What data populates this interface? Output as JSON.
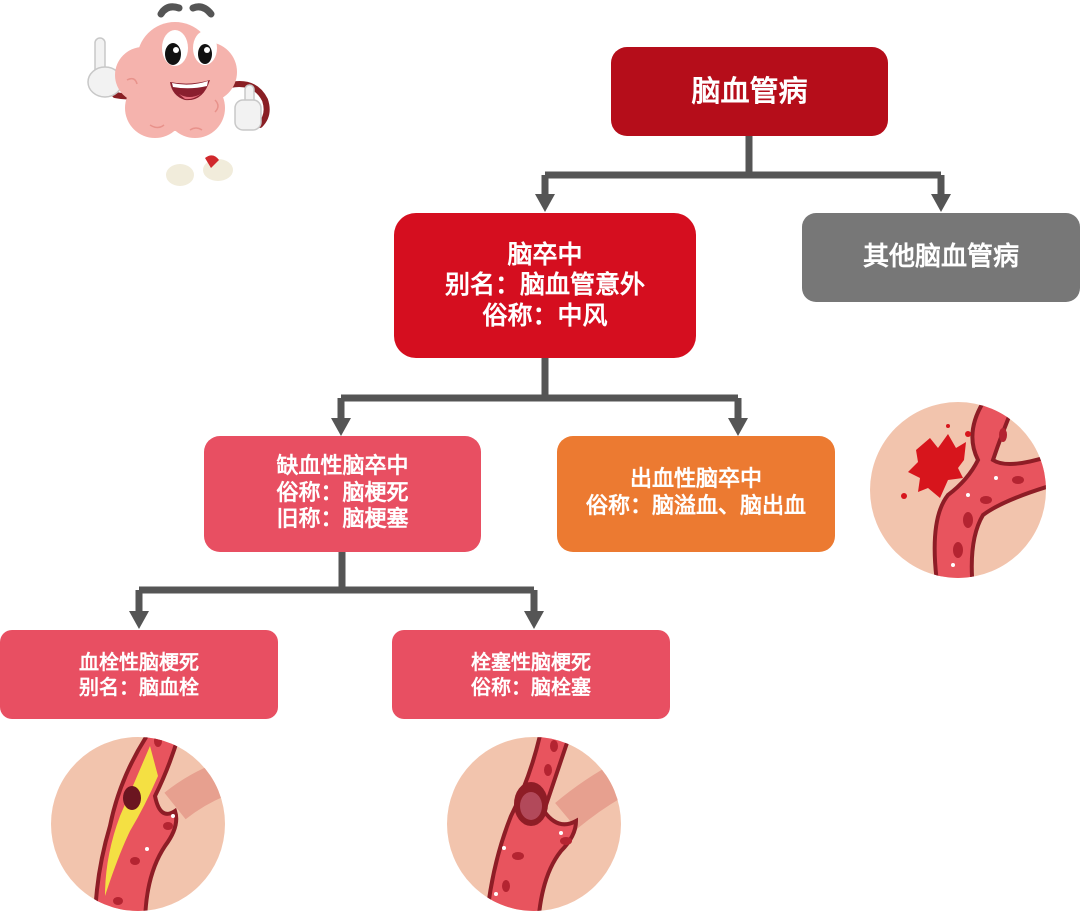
{
  "diagram": {
    "title": "脑血管病",
    "colors": {
      "root": "#b50d1a",
      "stroke": "#d50e1f",
      "other": "#777777",
      "ischemic": "#e84f62",
      "hemorrhagic": "#ec7a31",
      "connector": "#555555",
      "illustration_bg": "#f2c4ad"
    },
    "nodes": {
      "root": {
        "lines": [
          "脑血管病"
        ]
      },
      "stroke": {
        "lines": [
          "脑卒中",
          "别名：脑血管意外",
          "俗称：中风"
        ]
      },
      "other": {
        "lines": [
          "其他脑血管病"
        ]
      },
      "ischemic": {
        "lines": [
          "缺血性脑卒中",
          "俗称：脑梗死",
          "旧称：脑梗塞"
        ]
      },
      "hemorrhagic": {
        "lines": [
          "出血性脑卒中",
          "俗称：脑溢血、脑出血"
        ]
      },
      "thrombotic": {
        "lines": [
          "血栓性脑梗死",
          "别名：脑血栓"
        ]
      },
      "embolic": {
        "lines": [
          "栓塞性脑梗死",
          "俗称：脑栓塞"
        ]
      }
    },
    "edges": [
      {
        "from": "root",
        "to": "stroke"
      },
      {
        "from": "root",
        "to": "other"
      },
      {
        "from": "stroke",
        "to": "ischemic"
      },
      {
        "from": "stroke",
        "to": "hemorrhagic"
      },
      {
        "from": "ischemic",
        "to": "thrombotic"
      },
      {
        "from": "ischemic",
        "to": "embolic"
      }
    ],
    "illustrations": [
      {
        "name": "brain-mascot-icon",
        "depicts": "cartoon brain mascot pointing up and giving thumbs up"
      },
      {
        "name": "hemorrhage-vessel-icon",
        "depicts": "ruptured blood vessel with blood splatter",
        "attached_to": "hemorrhagic"
      },
      {
        "name": "thrombus-vessel-icon",
        "depicts": "artery with yellow plaque and thrombus",
        "attached_to": "thrombotic"
      },
      {
        "name": "embolus-vessel-icon",
        "depicts": "artery blocked by embolus at bifurcation",
        "attached_to": "embolic"
      }
    ]
  }
}
